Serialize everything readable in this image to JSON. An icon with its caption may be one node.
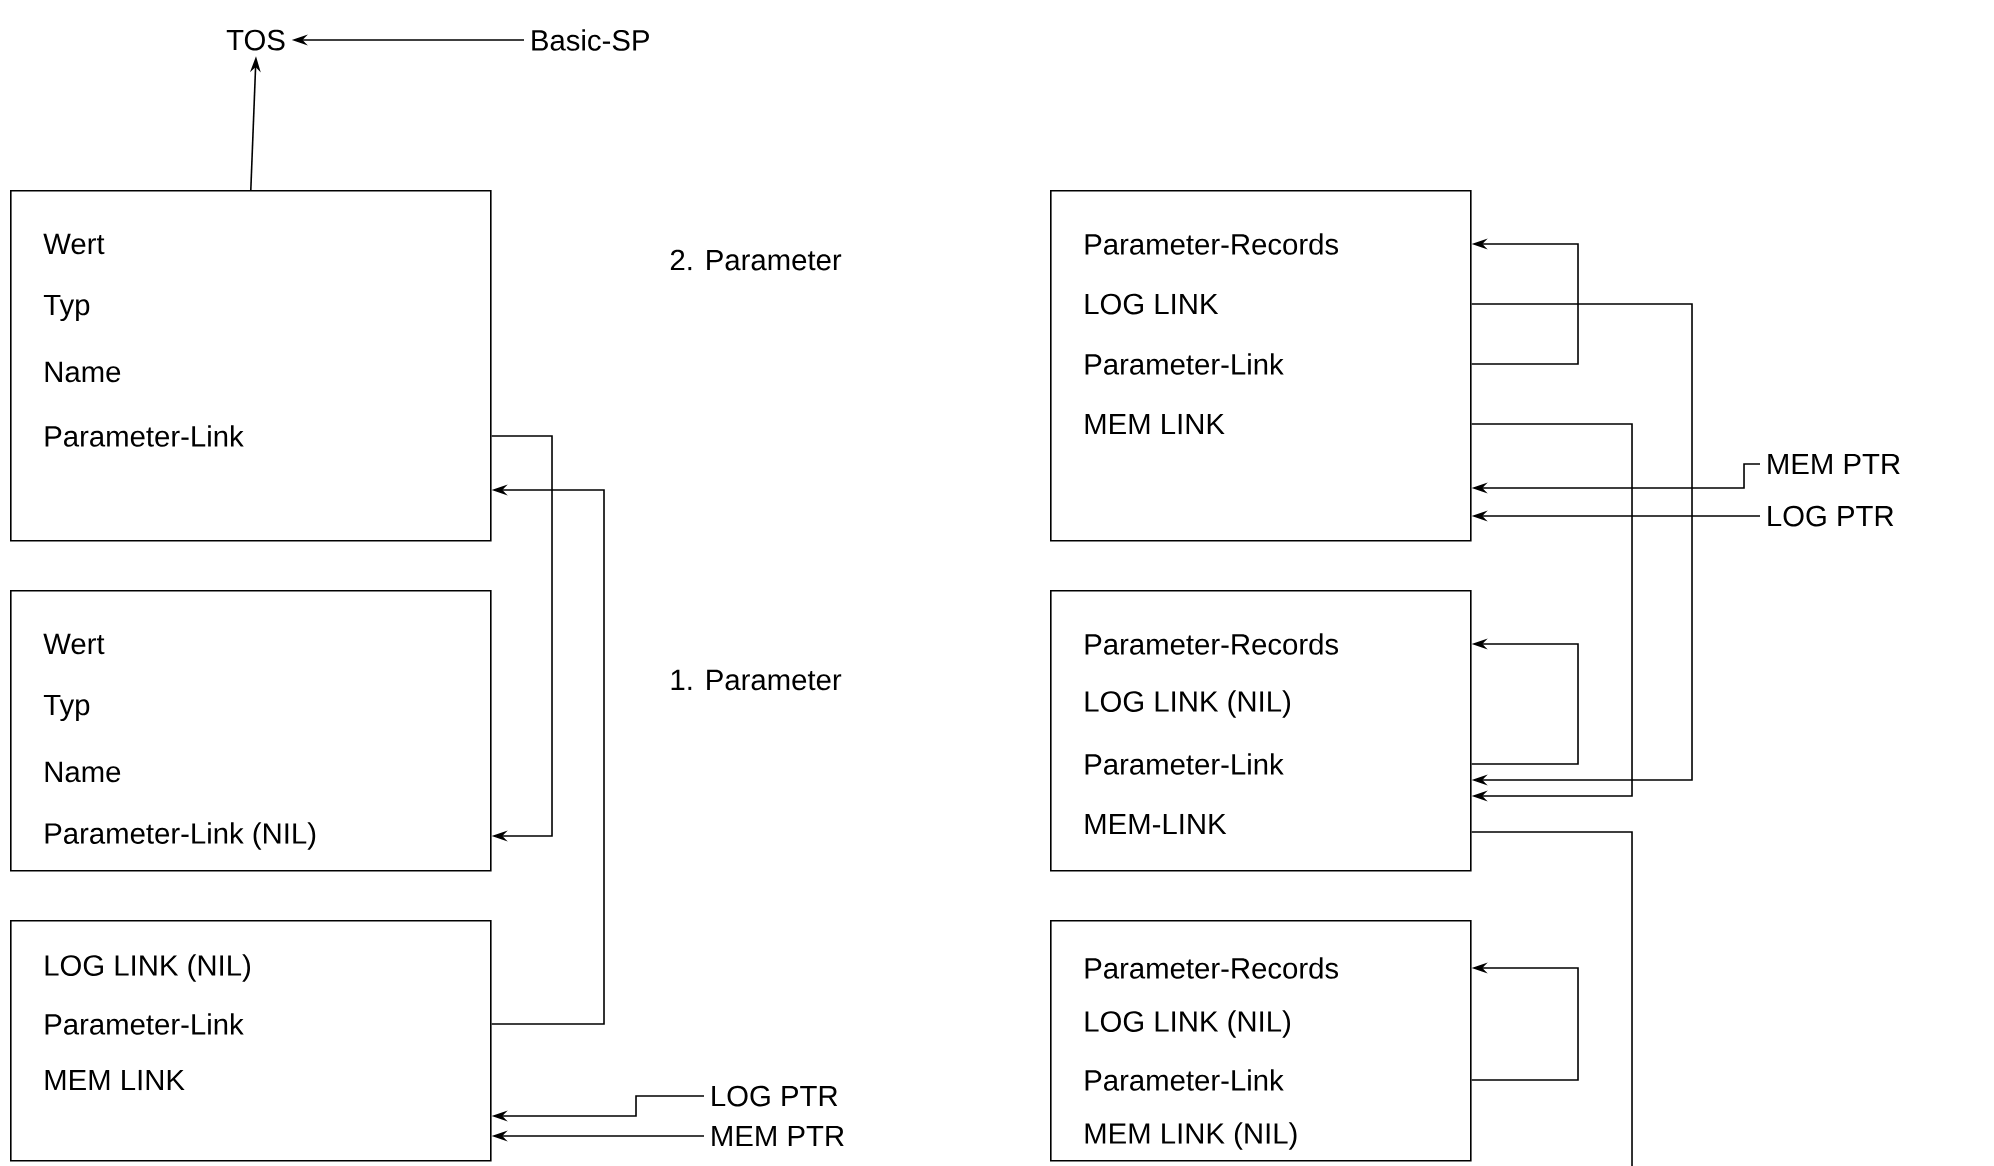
{
  "diagram": {
    "nodes": [
      {
        "text": [
          "TOS"
        ]
      },
      {
        "text": [
          "Basic-SP"
        ]
      },
      {
        "text": [
          "Wert",
          "Typ",
          "Name",
          "Parameter-Link"
        ]
      },
      {
        "text": [
          "Wert",
          "Typ",
          "Name",
          "Parameter-Link (NIL)"
        ]
      },
      {
        "text": [
          "LOG LINK (NIL)",
          "Parameter-Link",
          "MEM LINK"
        ]
      },
      {
        "text": [
          "LOG PTR"
        ]
      },
      {
        "text": [
          "MEM PTR"
        ]
      },
      {
        "text": [
          "Parameter-Records",
          "LOG LINK",
          "Parameter-Link",
          "MEM LINK"
        ]
      },
      {
        "text": [
          "Parameter-Records",
          "LOG LINK (NIL)",
          "Parameter-Link",
          "MEM-LINK"
        ]
      },
      {
        "text": [
          "Parameter-Records",
          "LOG LINK (NIL)",
          "Parameter-Link",
          "MEM LINK (NIL)"
        ]
      },
      {
        "text": [
          "MEM PTR"
        ]
      },
      {
        "text": [
          "LOG PTR"
        ]
      }
    ],
    "edges": [
      {
        "from": 2,
        "to": 0,
        "arrow": "to"
      },
      {
        "from": 1,
        "to": 0,
        "arrow": "to"
      },
      {
        "from": 2,
        "to": 3,
        "arrow": "to"
      },
      {
        "from": 4,
        "to": 2,
        "arrow": "to"
      },
      {
        "from": 5,
        "to": 4,
        "arrow": "to"
      },
      {
        "from": 6,
        "to": 4,
        "arrow": "to"
      },
      {
        "from": 7,
        "to": 7,
        "arrow": "to"
      },
      {
        "from": 7,
        "to": 8,
        "arrow": "to"
      },
      {
        "from": 7,
        "to": 8,
        "arrow": "to"
      },
      {
        "from": 10,
        "to": 7,
        "arrow": "to"
      },
      {
        "from": 11,
        "to": 7,
        "arrow": "to"
      },
      {
        "from": 8,
        "to": 8,
        "arrow": "to"
      },
      {
        "from": 8,
        "to": null,
        "arrow": "none"
      },
      {
        "from": 9,
        "to": 9,
        "arrow": "to"
      }
    ],
    "labels": [
      "2. Parameter",
      "1. Parameter"
    ]
  }
}
